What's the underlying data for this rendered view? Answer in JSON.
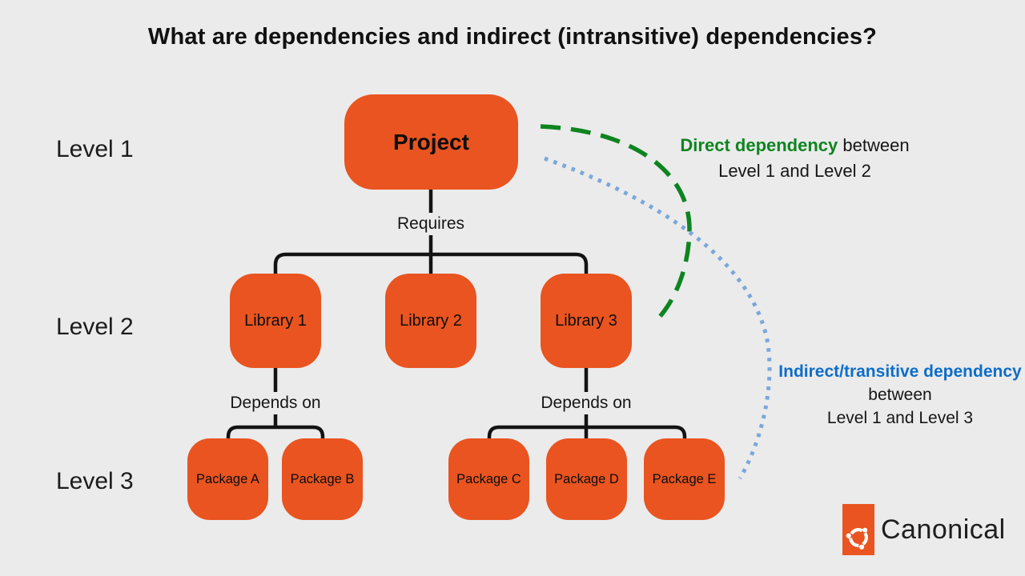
{
  "title": "What are dependencies and indirect (intransitive) dependencies?",
  "level_labels": [
    "Level 1",
    "Level 2",
    "Level 3"
  ],
  "nodes": {
    "project": "Project",
    "libraries": [
      "Library 1",
      "Library 2",
      "Library 3"
    ],
    "packages": [
      "Package A",
      "Package B",
      "Package C",
      "Package D",
      "Package E"
    ]
  },
  "edge_labels": {
    "requires": "Requires",
    "depends_on": "Depends on"
  },
  "annotations": {
    "direct": {
      "emphasis": "Direct dependency",
      "suffix": " between",
      "line2": "Level 1 and Level 2"
    },
    "indirect": {
      "emphasis": "Indirect/transitive dependency",
      "line2": "between",
      "line3": "Level 1 and Level 3"
    }
  },
  "branding": {
    "name": "Canonical",
    "icon": "ubuntu-circle-of-friends"
  },
  "colors": {
    "background": "#ebebeb",
    "node_orange": "#e95420",
    "connector_black": "#131313",
    "direct_green": "#0e8420",
    "indirect_blue_text": "#0d6dc9",
    "indirect_blue_dots": "#79a7db"
  }
}
